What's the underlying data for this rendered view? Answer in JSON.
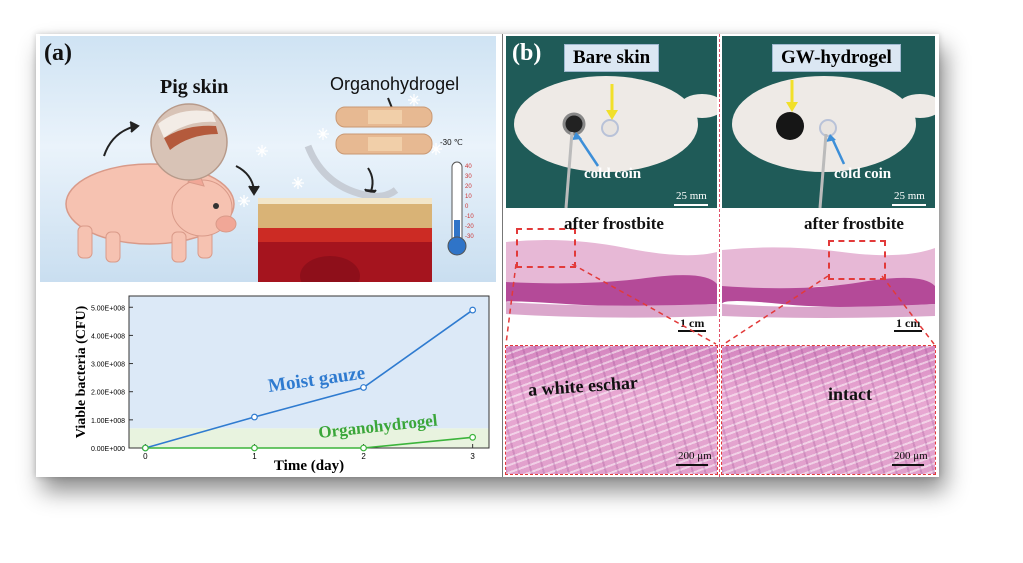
{
  "panel_a": {
    "label": "(a)",
    "pig_skin_label": "Pig skin",
    "organohydrogel_label": "Organohydrogel",
    "thermometer_top": "-30 ℃",
    "thermometer_ticks": [
      "40",
      "30",
      "20",
      "10",
      "0",
      "-10",
      "-20",
      "-30"
    ]
  },
  "chart_data": {
    "type": "line",
    "xlabel": "Time (day)",
    "ylabel": "Viable bacteria (CFU)",
    "x": [
      0,
      1,
      2,
      3
    ],
    "x_ticks": [
      "0",
      "1",
      "2",
      "3"
    ],
    "y_ticks": [
      "0.00E+000",
      "1.00E+008",
      "2.00E+008",
      "3.00E+008",
      "4.00E+008",
      "5.00E+008"
    ],
    "ylim": [
      0,
      540000000
    ],
    "series": [
      {
        "name": "Moist gauze",
        "color": "#2f7bd0",
        "values": [
          0,
          110000000,
          215000000,
          490000000
        ]
      },
      {
        "name": "Organohydrogel",
        "color": "#3cb43c",
        "values": [
          0,
          0,
          0,
          38000000
        ]
      }
    ],
    "background_bands": [
      {
        "from": 0,
        "to": 70000000,
        "color": "#e8f3df"
      },
      {
        "from": 70000000,
        "to": 540000000,
        "color": "#dce9f7"
      }
    ]
  },
  "panel_b": {
    "label": "(b)",
    "left_title": "Bare skin",
    "right_title": "GW-hydrogel",
    "cold_coin": "cold coin",
    "photo_scale": "25 mm",
    "after_frostbite": "after frostbite",
    "mid_scale": "1 cm",
    "left_low_label": "a white eschar",
    "right_low_label": "intact",
    "low_scale": "200 μm"
  }
}
